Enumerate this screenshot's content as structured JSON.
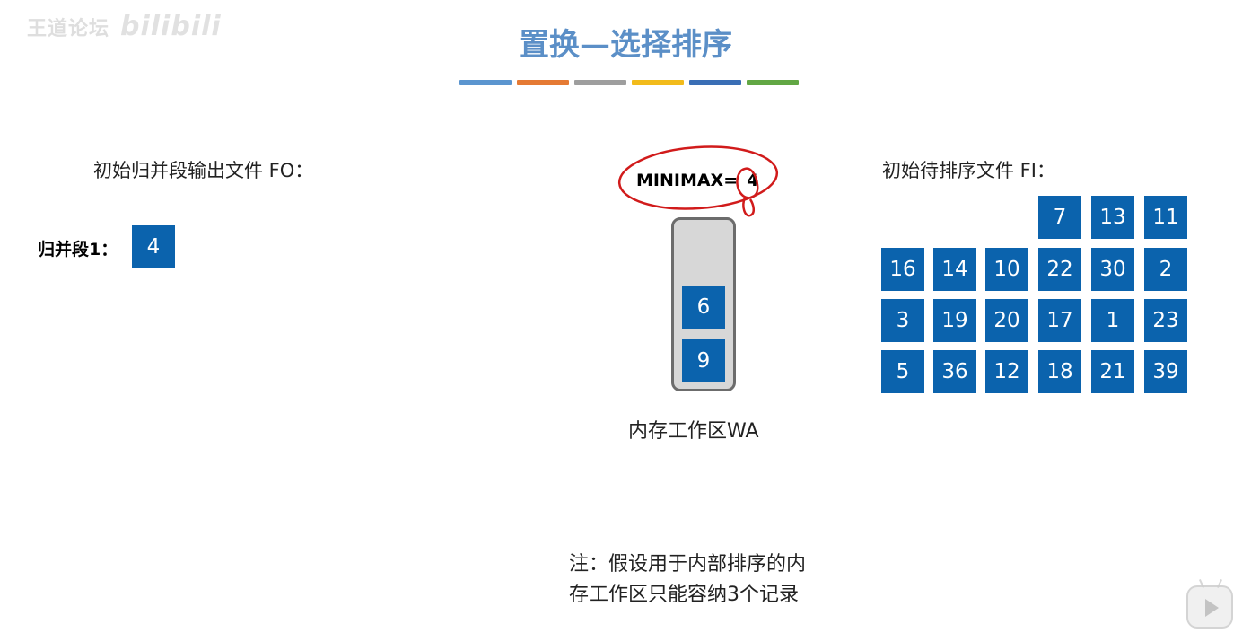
{
  "title": "置换—选择排序",
  "title_color": "#5b8fc7",
  "color_bar": [
    "#5b95cf",
    "#e57a34",
    "#9e9e9e",
    "#f2bb1b",
    "#3a6eb5",
    "#62a744"
  ],
  "box_color": "#0b63ad",
  "watermark": {
    "text": "王道论坛",
    "logo": "bilibili"
  },
  "output_file": {
    "label": "初始归并段输出文件 FO：",
    "segments": [
      {
        "label": "归并段1：",
        "records": [
          "4"
        ]
      }
    ]
  },
  "minimax": {
    "label": "MINIMAX=",
    "value": "4",
    "annotation_color": "#d11b1b"
  },
  "work_area": {
    "records": [
      "6",
      "9"
    ],
    "label": "内存工作区WA"
  },
  "input_file": {
    "label": "初始待排序文件 FI：",
    "rows": [
      [
        "7",
        "13",
        "11"
      ],
      [
        "16",
        "14",
        "10",
        "22",
        "30",
        "2"
      ],
      [
        "3",
        "19",
        "20",
        "17",
        "1",
        "23"
      ],
      [
        "5",
        "36",
        "12",
        "18",
        "21",
        "39"
      ]
    ]
  },
  "note": {
    "line1": "注：假设用于内部排序的内",
    "line2": "存工作区只能容纳3个记录"
  },
  "play_button_icon": "play-icon"
}
